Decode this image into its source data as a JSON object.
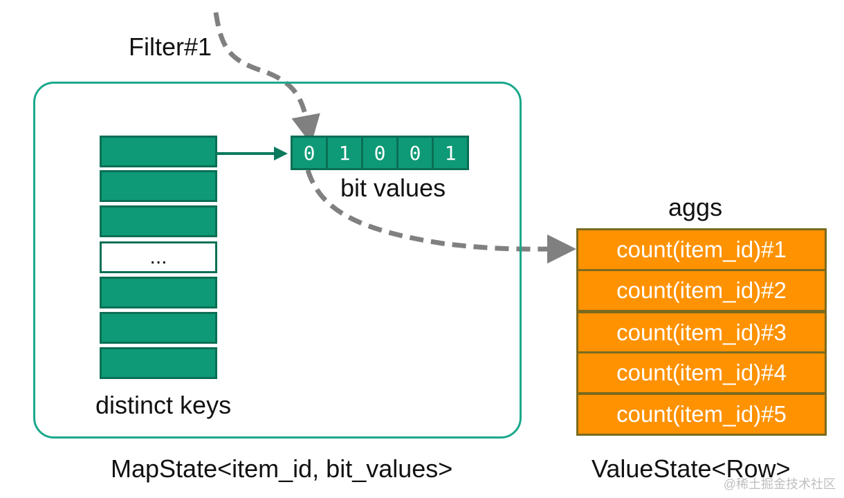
{
  "filter_label": "Filter#1",
  "map_state_label": "MapState<item_id, bit_values>",
  "value_state_label": "ValueState<Row>",
  "distinct_keys": {
    "label": "distinct keys",
    "gap_text": "..."
  },
  "bit_values": {
    "label": "bit values",
    "bits": [
      "0",
      "1",
      "0",
      "0",
      "1"
    ]
  },
  "aggs": {
    "label": "aggs",
    "items": [
      "count(item_id)#1",
      "count(item_id)#2",
      "count(item_id)#3",
      "count(item_id)#4",
      "count(item_id)#5"
    ]
  },
  "watermark": "@稀土掘金技术社区",
  "colors": {
    "teal_fill": "#0e9a76",
    "teal_border": "#1aa88c",
    "orange_fill": "#ff9200",
    "arrow_gray": "#808080"
  }
}
